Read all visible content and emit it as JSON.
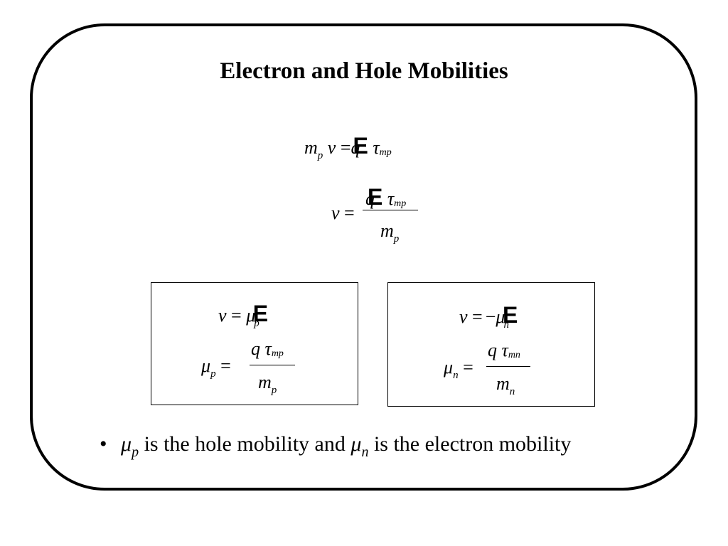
{
  "title": "Electron and Hole Mobilities",
  "symbols": {
    "m": "m",
    "v": "v",
    "q": "q",
    "tau": "τ",
    "mu": "μ",
    "E": "E",
    "eq": "=",
    "neg": "−",
    "sub_p": "p",
    "sub_n": "n",
    "sub_mp": "mp",
    "sub_mn": "mn"
  },
  "bullet": {
    "marker": "•",
    "sub_p": "p",
    "text1": " is the hole mobility and ",
    "sub_n": "n",
    "text2": " is the electron mobility"
  }
}
